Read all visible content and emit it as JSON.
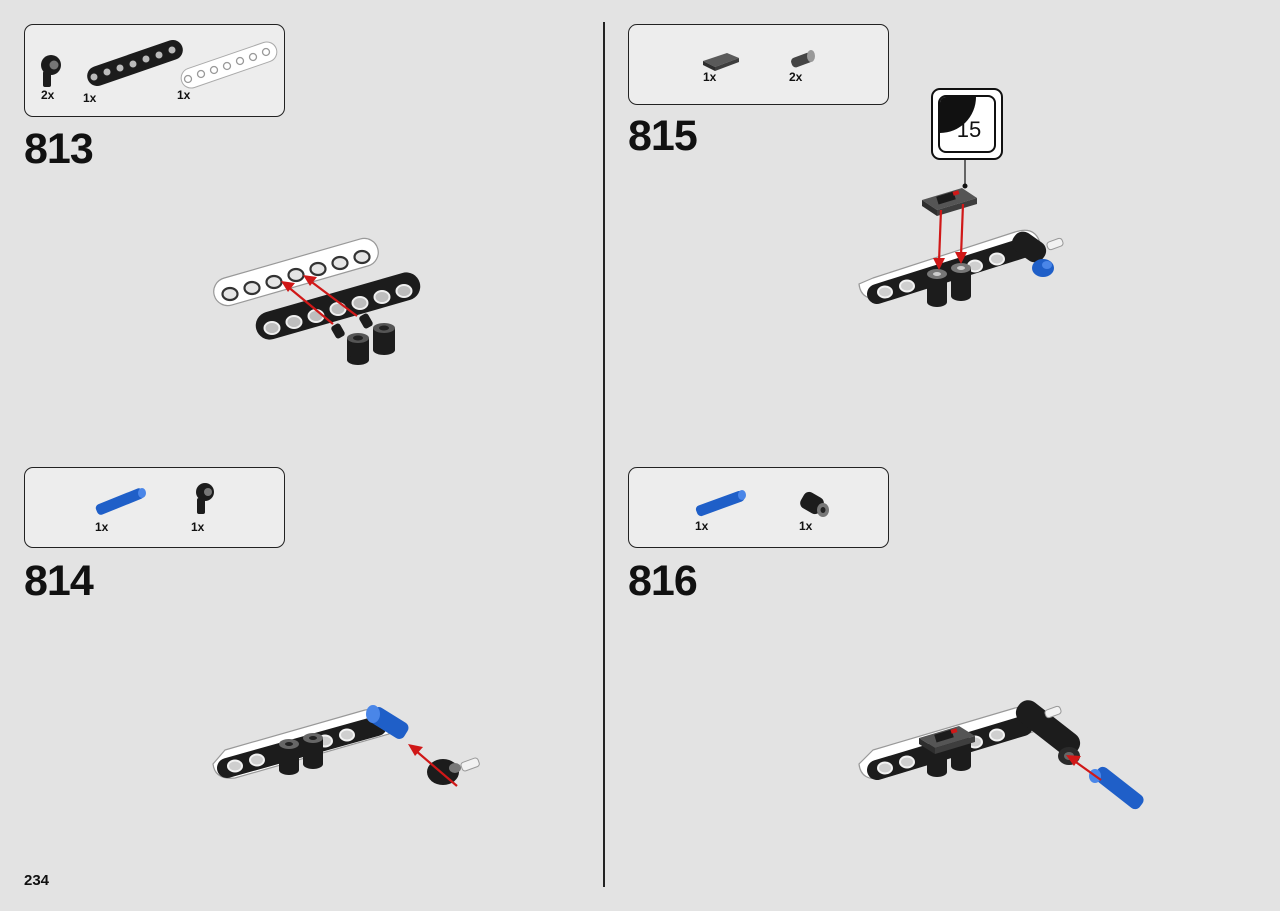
{
  "page": {
    "number": "234"
  },
  "steps": [
    {
      "number": "813",
      "parts": [
        {
          "icon": "axle-connector-icon",
          "qty": "2x"
        },
        {
          "icon": "black-beam-7-icon",
          "qty": "1x"
        },
        {
          "icon": "white-beam-7-icon",
          "qty": "1x"
        }
      ]
    },
    {
      "number": "814",
      "parts": [
        {
          "icon": "blue-axle-pin-icon",
          "qty": "1x"
        },
        {
          "icon": "axle-connector-icon",
          "qty": "1x"
        }
      ]
    },
    {
      "number": "815",
      "parts": [
        {
          "icon": "dark-tile-1x2-icon",
          "qty": "1x"
        },
        {
          "icon": "friction-pin-icon",
          "qty": "2x"
        }
      ],
      "sticker": "15"
    },
    {
      "number": "816",
      "parts": [
        {
          "icon": "blue-axle-pin-icon",
          "qty": "1x"
        },
        {
          "icon": "bush-connector-icon",
          "qty": "1x"
        }
      ]
    }
  ],
  "colors": {
    "background": "#e3e3e3",
    "black_part": "#1c1c1c",
    "white_part": "#ffffff",
    "blue_part": "#1f5fc8",
    "arrow": "#d01818",
    "tile": "#3a3a3a"
  }
}
